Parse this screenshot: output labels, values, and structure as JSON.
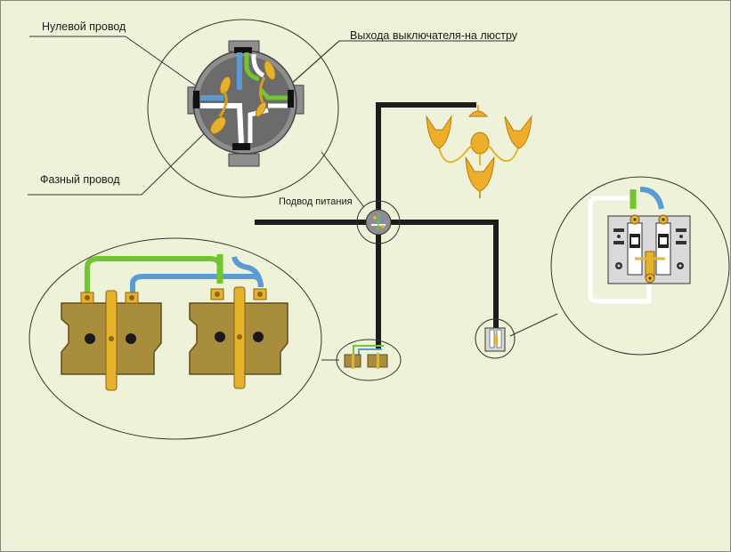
{
  "labels": {
    "neutral_wire": "Нулевой провод",
    "switch_outputs": "Выхода выключателя-на люстру",
    "phase_wire": "Фазный провод",
    "power_feed": "Подвод питания"
  },
  "colors": {
    "background": "#eef2d8",
    "cable": "#1c1c1c",
    "box_body": "#8e8e8e",
    "box_inner": "#6b6b6b",
    "wire_blue": "#5b9bd5",
    "wire_green": "#72c52e",
    "wire_white": "#ffffff",
    "brass": "#e6b22c",
    "socket_body": "#a88d3c",
    "lamp_shade": "#f0ad2a",
    "switch_plate": "#d9d9d9"
  },
  "icons": [
    "junction-box-icon",
    "chandelier-icon",
    "double-socket-icon",
    "light-switch-icon"
  ]
}
